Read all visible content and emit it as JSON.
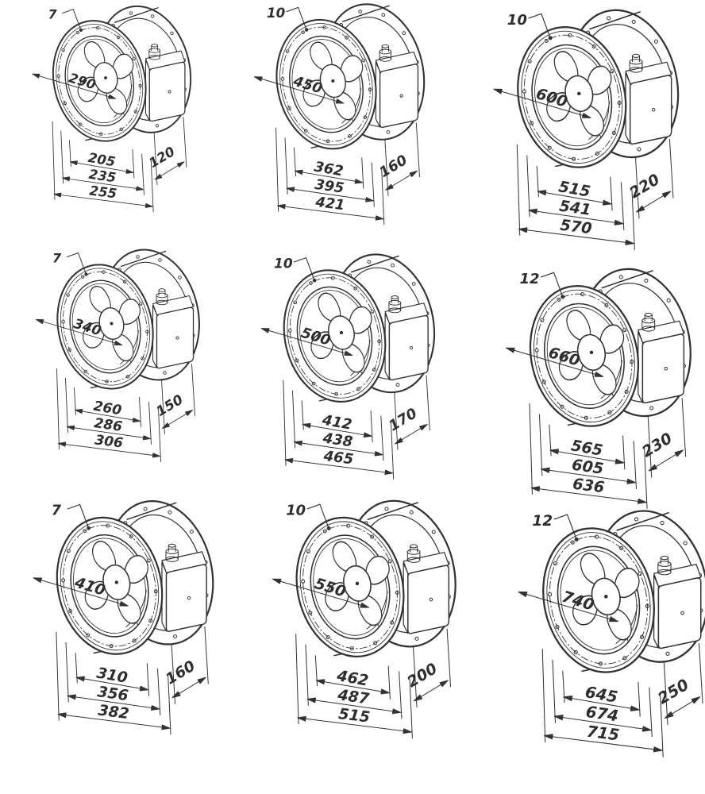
{
  "page": {
    "background": "#ffffff",
    "line_color": "#333333",
    "text_color": "#2e2e2e"
  },
  "fans": [
    {
      "callout": "7",
      "diameter": "290",
      "widths": [
        "205",
        "235",
        "255"
      ],
      "depth": "120"
    },
    {
      "callout": "10",
      "diameter": "450",
      "widths": [
        "362",
        "395",
        "421"
      ],
      "depth": "160"
    },
    {
      "callout": "10",
      "diameter": "600",
      "widths": [
        "515",
        "541",
        "570"
      ],
      "depth": "220"
    },
    {
      "callout": "7",
      "diameter": "340",
      "widths": [
        "260",
        "286",
        "306"
      ],
      "depth": "150"
    },
    {
      "callout": "10",
      "diameter": "500",
      "widths": [
        "412",
        "438",
        "465"
      ],
      "depth": "170"
    },
    {
      "callout": "12",
      "diameter": "660",
      "widths": [
        "565",
        "605",
        "636"
      ],
      "depth": "230"
    },
    {
      "callout": "7",
      "diameter": "410",
      "widths": [
        "310",
        "356",
        "382"
      ],
      "depth": "160"
    },
    {
      "callout": "10",
      "diameter": "550",
      "widths": [
        "462",
        "487",
        "515"
      ],
      "depth": "200"
    },
    {
      "callout": "12",
      "diameter": "740",
      "widths": [
        "645",
        "674",
        "715"
      ],
      "depth": "250"
    }
  ]
}
